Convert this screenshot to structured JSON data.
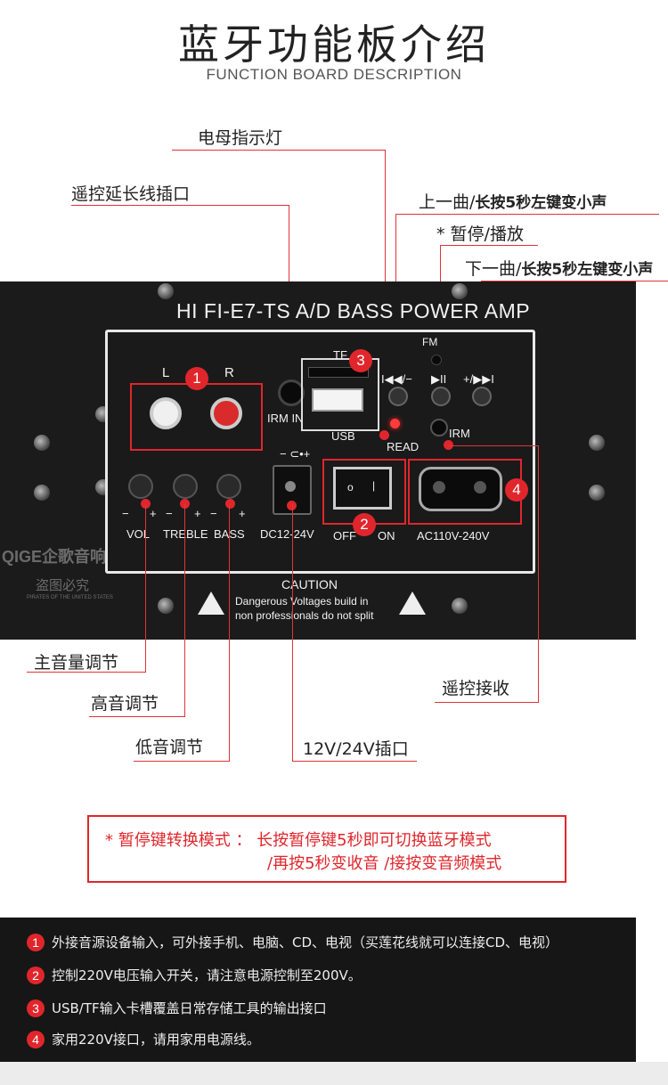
{
  "header": {
    "title": "蓝牙功能板介绍",
    "subtitle": "FUNCTION BOARD DESCRIPTION"
  },
  "callouts": {
    "indicator": "电母指示灯",
    "remote_ext": "遥控延长线插口",
    "prev_main": "上一曲/",
    "prev_bold": "长按5秒左键变小声",
    "pause": "* 暂停/播放",
    "next_main": "下一曲/",
    "next_bold": "长按5秒左键变小声",
    "main_volume": "主音量调节",
    "treble": "高音调节",
    "bass": "低音调节",
    "dc_jack": "12V/24V插口",
    "remote_recv": "遥控接收"
  },
  "panel": {
    "model": "HI FI-E7-TS A/D  BASS POWER AMP",
    "l": "L",
    "r": "R",
    "irm_in": "IRM IN",
    "tf": "TF",
    "usb": "USB",
    "read": "READ",
    "fm": "FM",
    "prev_sym": "I◀◀/−",
    "play_sym": "▶II",
    "next_sym": "+/▶▶I",
    "irm": "IRM",
    "vol": "VOL",
    "treble": "TREBLE",
    "bass": "BASS",
    "dc": "DC12-24V",
    "off": "OFF",
    "on": "ON",
    "ac": "AC110V-240V",
    "polarity": "− ⊂•+",
    "minus": "−",
    "plus": "+",
    "caution_title": "CAUTION",
    "caution_line1": "Dangerous Voltages build in",
    "caution_line2": "non professionals do not split",
    "n1": "1",
    "n2": "2",
    "n3": "3",
    "n4": "4",
    "watermark1": "QIGE企歌音响",
    "watermark2": "盗图必究",
    "watermark3": "PIRATES OF THE UNITED STATES"
  },
  "note": {
    "line1": "* 暂停键转换模式 ：  长按暂停键5秒即可切换蓝牙模式",
    "line2": "/再按5秒变收音 /接按变音频模式"
  },
  "footer": {
    "items": [
      {
        "num": "1",
        "text": "外接音源设备输入，可外接手机、电脑、CD、电视（买莲花线就可以连接CD、电视）"
      },
      {
        "num": "2",
        "text": "控制220V电压输入开关，请注意电源控制至200V。"
      },
      {
        "num": "3",
        "text": "USB/TF输入卡槽覆盖日常存储工具的输出接口"
      },
      {
        "num": "4",
        "text": "家用220V接口，请用家用电源线。"
      }
    ]
  },
  "colors": {
    "accent": "#e0262c",
    "panel_bg": "#1b1b1b"
  }
}
